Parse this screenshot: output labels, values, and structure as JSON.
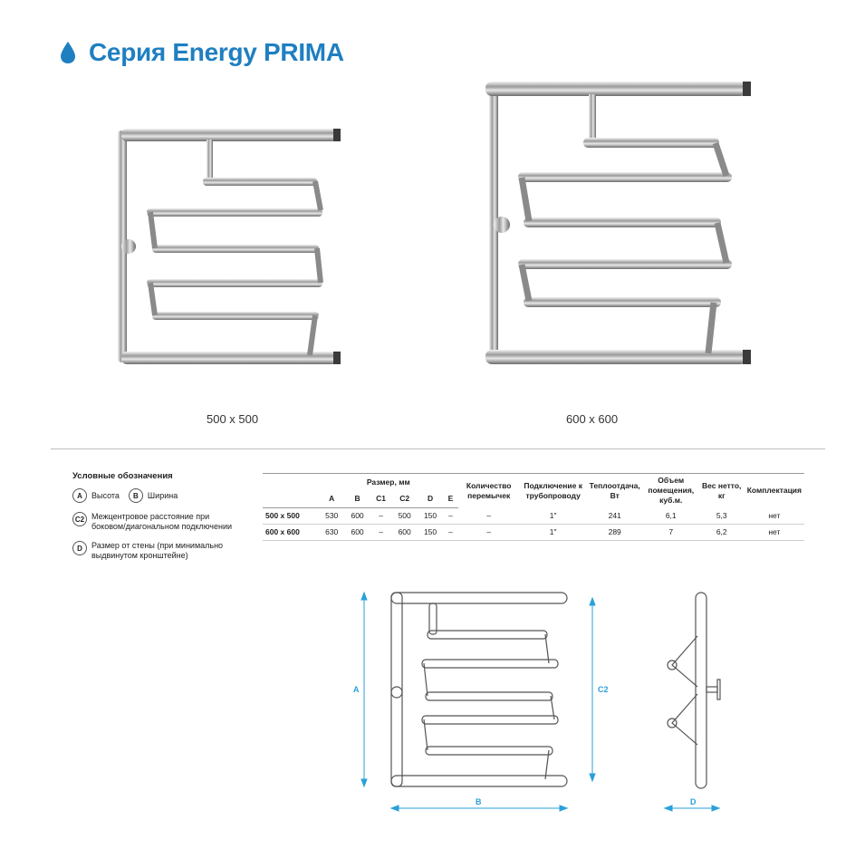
{
  "header": {
    "title": "Серия Energy PRIMA"
  },
  "products": [
    {
      "caption": "500 x 500"
    },
    {
      "caption": "600 x 600"
    }
  ],
  "legend": {
    "title": "Условные обозначения",
    "items": [
      {
        "key": "A",
        "text": "Высота"
      },
      {
        "key": "B",
        "text": "Ширина"
      },
      {
        "key": "C2",
        "text": "Межцентровое расстояние при боковом/диагональном подключении"
      },
      {
        "key": "D",
        "text": "Размер от стены (при минимально выдвинутом кронштейне)"
      }
    ]
  },
  "table": {
    "size_header": "Размер, мм",
    "columns": {
      "jumpers": "Количество перемычек",
      "connection": "Подключение к трубопроводу",
      "heat": "Теплоотдача, Вт",
      "volume": "Объем помещения, куб.м.",
      "weight": "Вес нетто, кг",
      "kit": "Комплектация"
    },
    "size_columns": [
      "A",
      "B",
      "C1",
      "C2",
      "D",
      "E"
    ],
    "rows": [
      {
        "model": "500 x 500",
        "A": "530",
        "B": "600",
        "C1": "–",
        "C2": "500",
        "D": "150",
        "E": "–",
        "jumpers": "–",
        "connection": "1\"",
        "heat": "241",
        "volume": "6,1",
        "weight": "5,3",
        "kit": "нет"
      },
      {
        "model": "600 x 600",
        "A": "630",
        "B": "600",
        "C1": "–",
        "C2": "600",
        "D": "150",
        "E": "–",
        "jumpers": "–",
        "connection": "1\"",
        "heat": "289",
        "volume": "7",
        "weight": "6,2",
        "kit": "нет"
      }
    ]
  },
  "drawing": {
    "label_a": "A",
    "label_b": "B",
    "label_c2": "C2",
    "label_d": "D"
  },
  "colors": {
    "brand_blue": "#1f7fc1",
    "dimension_blue": "#2aa0d8"
  }
}
